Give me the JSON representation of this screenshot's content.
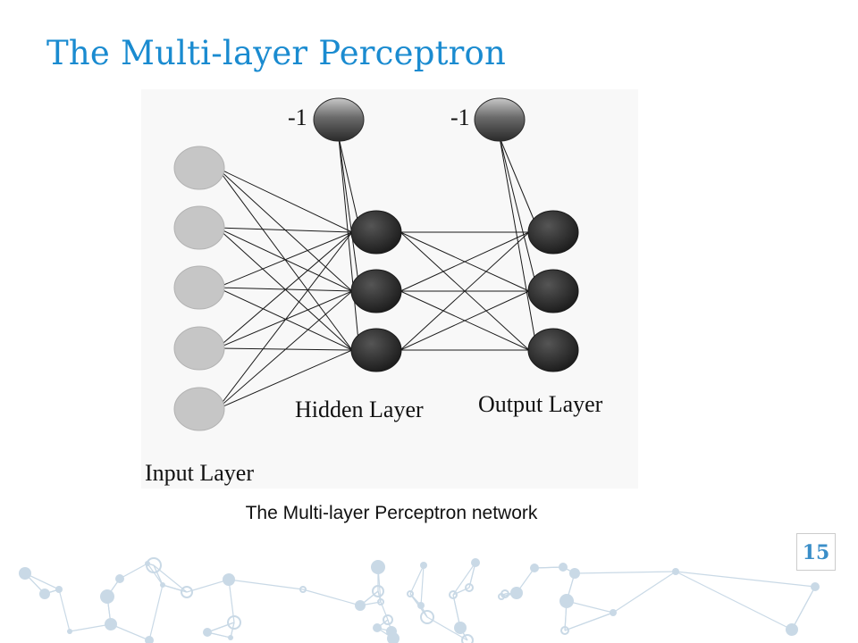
{
  "slide": {
    "title": "The Multi-layer Perceptron",
    "caption": "The Multi-layer Perceptron network",
    "page_number": "15"
  },
  "diagram": {
    "input_layer": {
      "label": "Input Layer",
      "count": 5
    },
    "hidden_layer": {
      "label": "Hidden Layer",
      "count": 3
    },
    "output_layer": {
      "label": "Output Layer",
      "count": 3
    },
    "bias_label": "-1",
    "colors": {
      "input_node": "#c6c6c6",
      "neuron_dark": "#2f2f2f",
      "edge": "#1a1a1a",
      "background": "#f8f8f8"
    }
  },
  "colors": {
    "title": "#1a8bd0",
    "page_number": "#3a8ec8",
    "decoration": "#c9d9e6"
  }
}
